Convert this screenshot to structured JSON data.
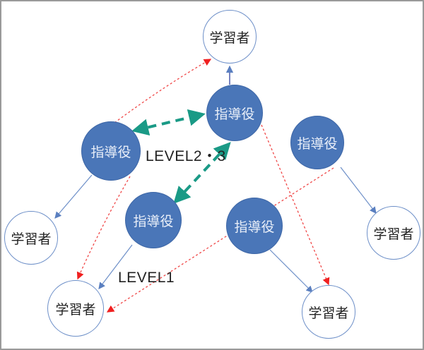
{
  "labels": {
    "mentor": "指導役",
    "learner": "学習者"
  },
  "levels": {
    "upper": "LEVEL2・3",
    "lower": "LEVEL1"
  },
  "colors": {
    "mentor_fill": "#4a76b8",
    "learner_border": "#6d8fc8",
    "solid_edge": "#6d8fc8",
    "dashed_red": "#f04848",
    "dashed_green": "#1a9a86"
  }
}
